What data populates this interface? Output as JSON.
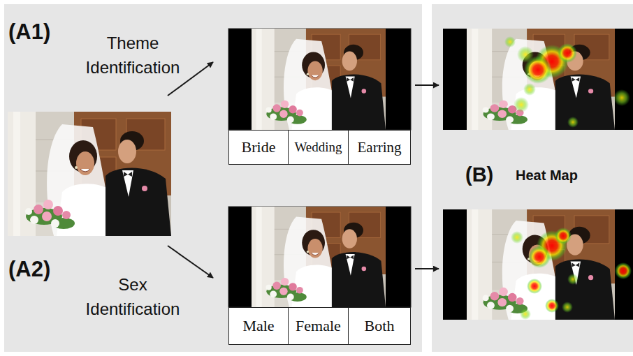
{
  "diagram": {
    "nodes": [
      {
        "text": [
          "Bride"
        ]
      },
      {
        "text": [
          "Wedding"
        ]
      },
      {
        "text": [
          "Earring"
        ]
      },
      {
        "text": [
          "Male"
        ]
      },
      {
        "text": [
          "Female"
        ]
      },
      {
        "text": [
          "Both"
        ]
      }
    ],
    "labels": [
      "(A1)",
      "Theme Identification",
      "(A2)",
      "Sex Identification",
      "(B)",
      "Heat Map"
    ]
  }
}
